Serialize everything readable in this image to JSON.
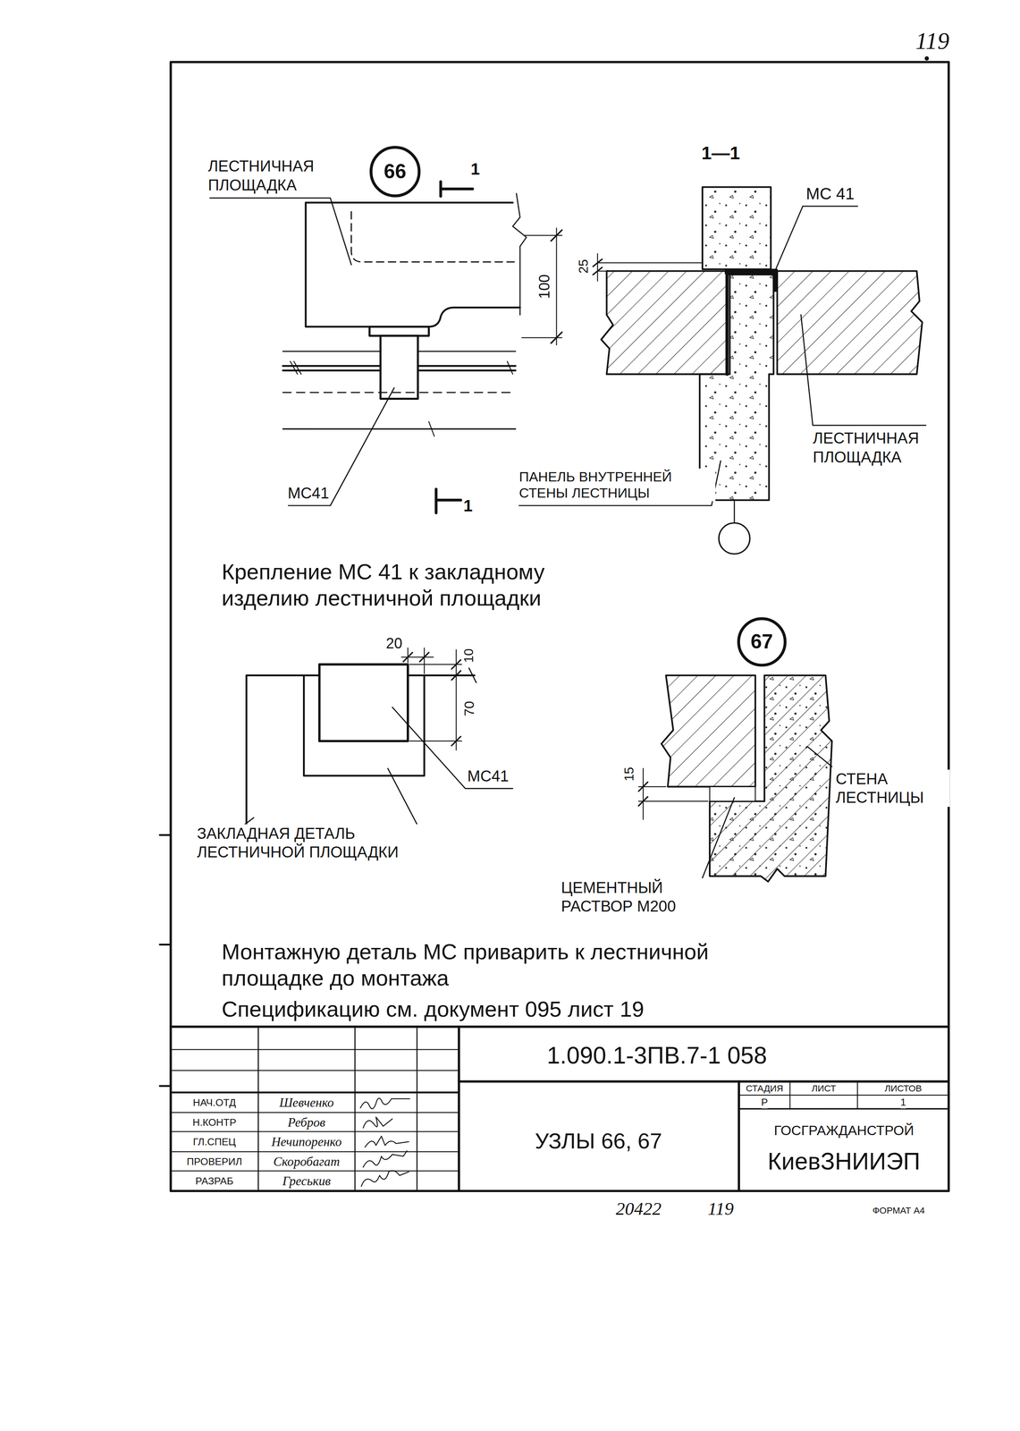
{
  "diagram": {
    "nodes": [
      {
        "text": [
          "66"
        ]
      },
      {
        "text": [
          "67"
        ]
      }
    ],
    "labels": [
      "119",
      "ЛЕСТНИЧНАЯ ПЛОЩАДКА",
      "1",
      "100",
      "МС41",
      "1",
      "1—1",
      "МС 41",
      "25",
      "ЛЕСТНИЧНАЯ ПЛОЩАДКА",
      "ПАНЕЛЬ ВНУТРЕННЕЙ СТЕНЫ ЛЕСТНИЦЫ",
      "Крепление МС 41 к закладному изделию лестничной площадки",
      "20",
      "10",
      "70",
      "МС41",
      "ЗАКЛАДНАЯ ДЕТАЛЬ ЛЕСТНИЧНОЙ ПЛОЩАДКИ",
      "15",
      "СТЕНА ЛЕСТНИЦЫ",
      "ЦЕМЕНТНЫЙ РАСТВОР М200",
      "Монтажную деталь МС приварить к лестничной площадке до монтажа",
      "Спецификацию см. документ 095 лист 19",
      "1.090.1-3ПВ.7-1 058",
      "НАЧ.ОТД",
      "Шевченко",
      "Н.КОНТР",
      "Ребров",
      "ГЛ.СПЕЦ",
      "Нечипоренко",
      "ПРОВЕРИЛ",
      "Скоробагат",
      "РАЗРАБ",
      "Греськив",
      "УЗЛЫ 66, 67",
      "СТАДИЯ",
      "ЛИСТ",
      "ЛИСТОВ",
      "Р",
      "1",
      "ГОСГРАЖДАНСТРОЙ",
      "КиевЗНИИЭП",
      "20422",
      "119",
      "ФОРМАТ А4"
    ]
  }
}
